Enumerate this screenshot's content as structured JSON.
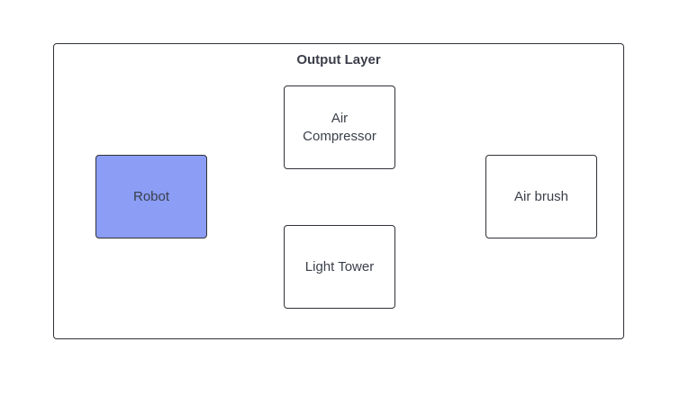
{
  "layer": {
    "title": "Output Layer"
  },
  "nodes": {
    "robot": {
      "label": "Robot",
      "fill": "#8b9df5"
    },
    "air_compressor": {
      "label": "Air\nCompressor",
      "fill": "#ffffff"
    },
    "light_tower": {
      "label": "Light Tower",
      "fill": "#ffffff"
    },
    "air_brush": {
      "label": "Air brush",
      "fill": "#ffffff"
    }
  }
}
